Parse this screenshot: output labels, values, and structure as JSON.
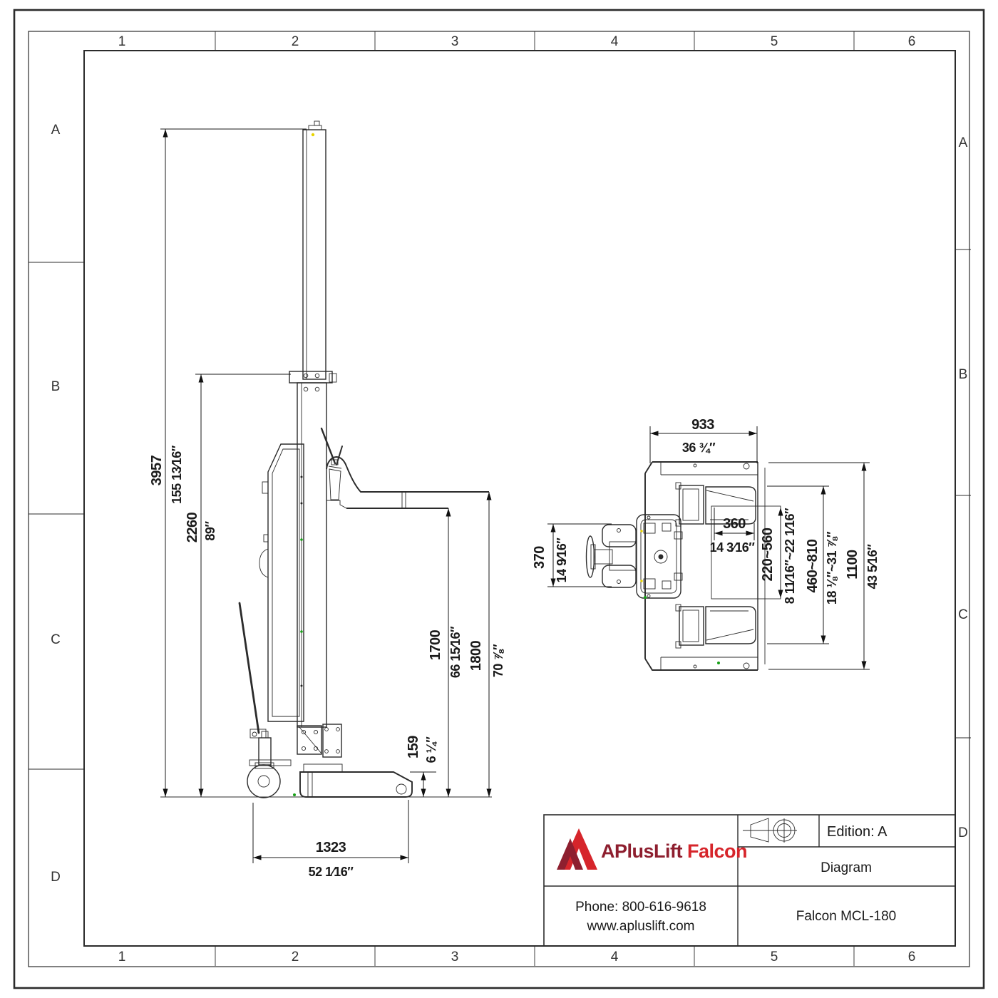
{
  "sheet": {
    "cols": [
      "1",
      "2",
      "3",
      "4",
      "5",
      "6"
    ],
    "rows": [
      "A",
      "B",
      "C",
      "D"
    ]
  },
  "title_block": {
    "edition": "Edition:  A",
    "doc_type": "Diagram",
    "model": "Falcon MCL-180",
    "phone": "Phone: 800-616-9618",
    "website": "www.apluslift.com",
    "brand_primary": "APlusLift",
    "brand_secondary": " Falcon",
    "brand_color_primary": "#8e1f2f",
    "brand_color_secondary": "#d6252b"
  },
  "side_view": {
    "overall_height_mm": "3957",
    "overall_height_in": "155 13⁄16″",
    "column_height_mm": "2260",
    "column_height_in": "89″",
    "lift_height_mm": "1700",
    "lift_height_in": "66 15⁄16″",
    "max_height_mm": "1800",
    "max_height_in": "70 ⅞″",
    "base_height_mm": "159",
    "base_height_in": "6 ¼″",
    "base_length_mm": "1323",
    "base_length_in": "52 1⁄16″"
  },
  "top_view": {
    "body_width_mm": "933",
    "body_width_in": "36 ¾″",
    "pad_width_mm": "360",
    "pad_width_in": "14 3⁄16″",
    "inner_span_mm": "220~560",
    "inner_span_in": "8 11⁄16″~22 1⁄16″",
    "outer_span_mm": "460~810",
    "outer_span_in": "18 ⅛″~31 ⅞″",
    "overall_width_mm": "1100",
    "overall_width_in": "43 5⁄16″",
    "jack_depth_mm": "370",
    "jack_depth_in": "14 9⁄16″"
  }
}
